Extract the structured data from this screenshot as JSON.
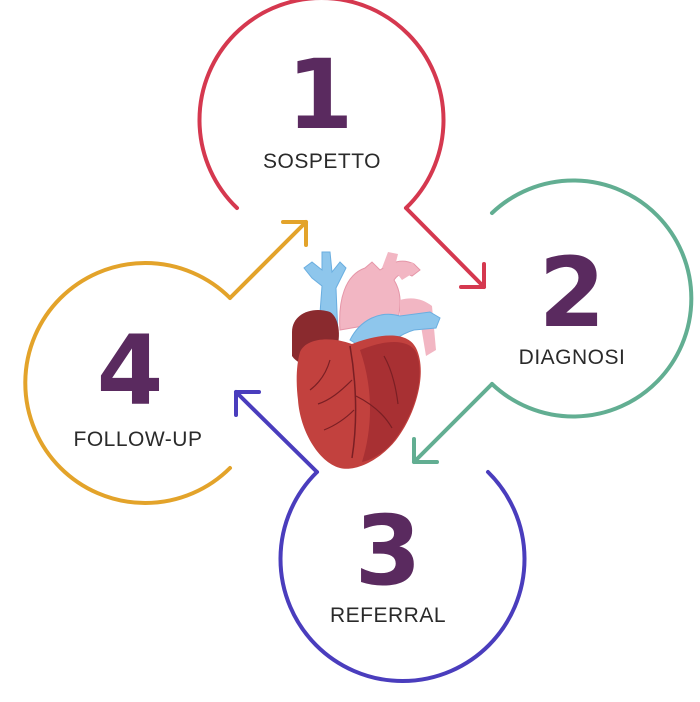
{
  "steps": [
    {
      "number": "1",
      "label": "SOSPETTO",
      "color": "#d5384f"
    },
    {
      "number": "2",
      "label": "DIAGNOSI",
      "color": "#62ae92"
    },
    {
      "number": "3",
      "label": "REFERRAL",
      "color": "#4a3dbd"
    },
    {
      "number": "4",
      "label": "FOLLOW-UP",
      "color": "#e3a32a"
    }
  ],
  "center": {
    "icon": "anatomical-heart-icon"
  },
  "colors": {
    "number_text": "#5a2a5f",
    "label_text": "#2a2a2a"
  }
}
